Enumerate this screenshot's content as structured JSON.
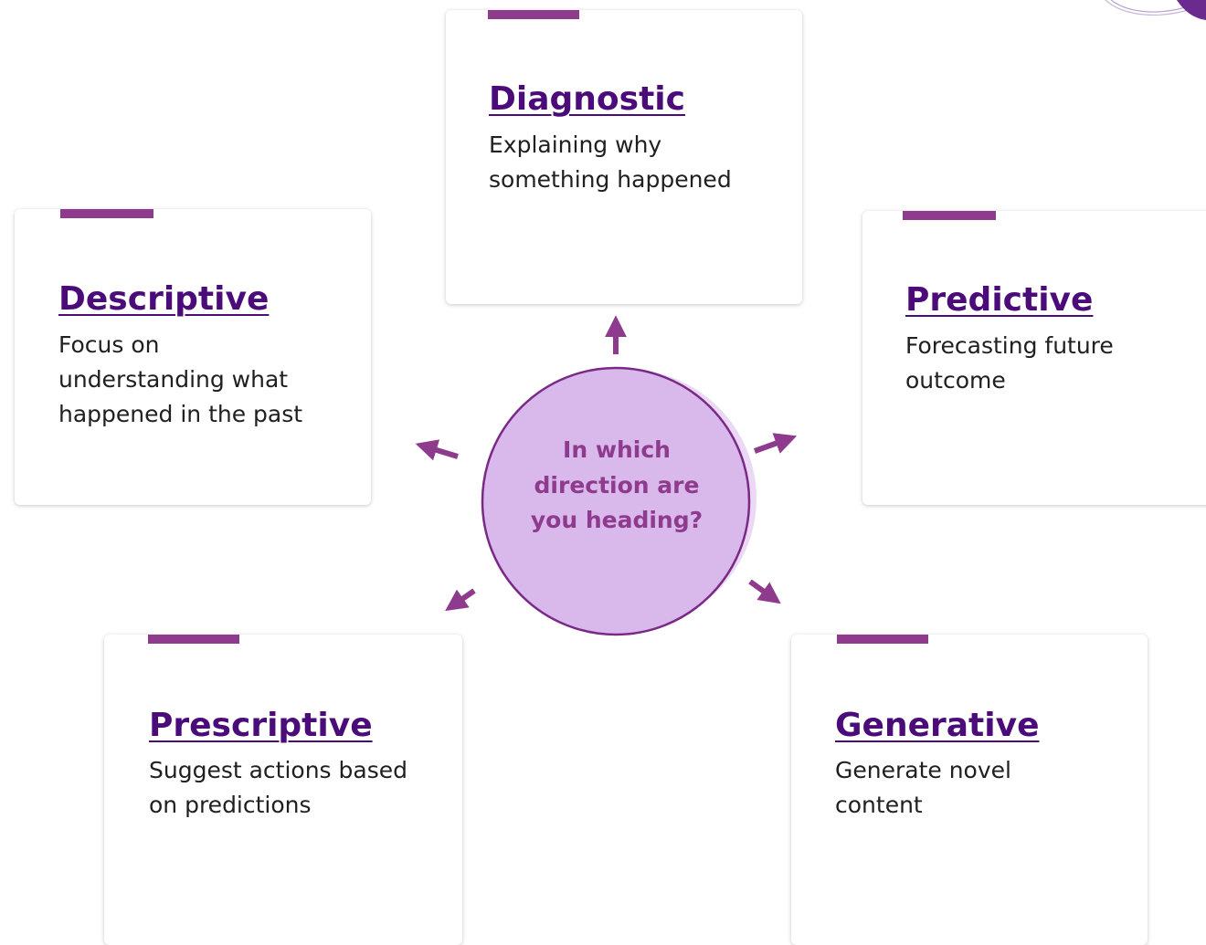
{
  "center": {
    "text": "In which direction are you heading?"
  },
  "cards": {
    "diagnostic": {
      "title": "Diagnostic",
      "description": "Explaining why something happened"
    },
    "descriptive": {
      "title": "Descriptive",
      "description": "Focus on understanding what happened in the past"
    },
    "predictive": {
      "title": "Predictive",
      "description": "Forecasting future outcome"
    },
    "prescriptive": {
      "title": "Prescriptive",
      "description": "Suggest actions based on predictions"
    },
    "generative": {
      "title": "Generative",
      "description": "Generate novel content"
    }
  },
  "colors": {
    "accent": "#8e3a8d",
    "title": "#4b0c7a",
    "circle_fill": "#d9b8ec",
    "circle_stroke": "#7a2a86"
  }
}
